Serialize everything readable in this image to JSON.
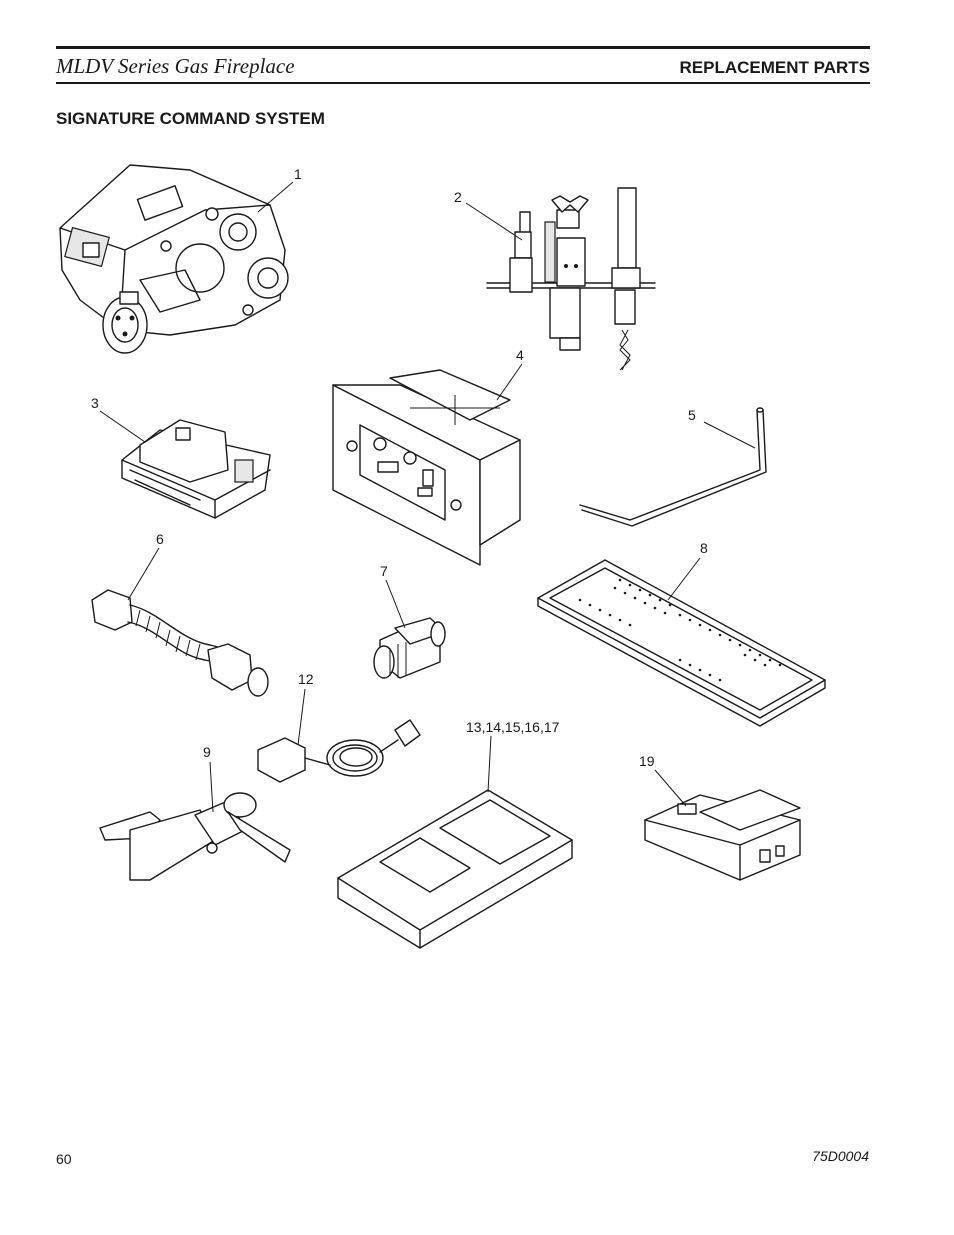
{
  "header": {
    "title": "MLDV Series Gas Fireplace",
    "section": "REPLACEMENT PARTS"
  },
  "section_heading": "SIGNATURE COMMAND SYSTEM",
  "callouts": {
    "c1": "1",
    "c2": "2",
    "c3": "3",
    "c4": "4",
    "c5": "5",
    "c6": "6",
    "c7": "7",
    "c8": "8",
    "c9": "9",
    "c12": "12",
    "c13": "13,14,15,16,17",
    "c19": "19"
  },
  "footer": {
    "page": "60",
    "doc_number": "75D0004"
  }
}
